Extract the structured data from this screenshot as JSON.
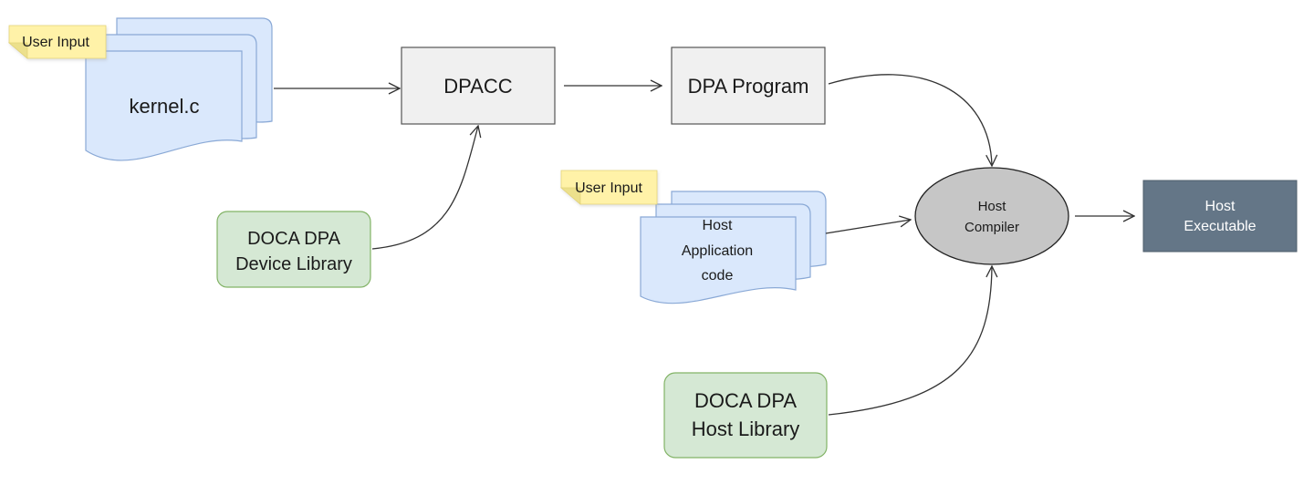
{
  "diagram": {
    "note_user_input_1": "User Input",
    "note_user_input_2": "User Input",
    "kernel": "kernel.c",
    "dpacc": "DPACC",
    "dpa_program": "DPA Program",
    "device_lib": {
      "line1": "DOCA DPA",
      "line2": "Device Library"
    },
    "host_app": {
      "line1": "Host",
      "line2": "Application",
      "line3": "code"
    },
    "host_compiler": {
      "line1": "Host",
      "line2": "Compiler"
    },
    "host_exe": {
      "line1": "Host",
      "line2": "Executable"
    },
    "host_lib": {
      "line1": "DOCA DPA",
      "line2": "Host Library"
    }
  },
  "colors": {
    "doc_fill": "#dae8fc",
    "doc_stroke": "#8aa9d6",
    "process_fill": "#f0f0f0",
    "process_stroke": "#555555",
    "library_fill": "#d5e8d4",
    "library_stroke": "#82b366",
    "compiler_fill": "#c6c6c6",
    "executable_fill": "#647687",
    "note_fill": "#fff2a8",
    "edge": "#333333"
  }
}
